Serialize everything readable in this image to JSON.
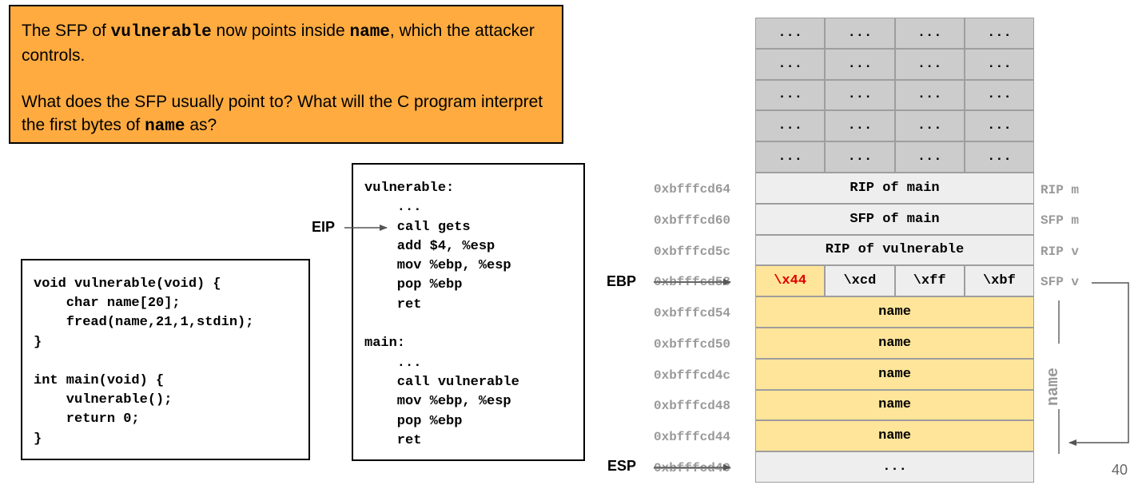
{
  "callout": {
    "line1_pre": "The SFP of ",
    "line1_code1": "vulnerable",
    "line1_mid": " now points inside ",
    "line1_code2": "name",
    "line1_post": ", which the attacker controls.",
    "line2_pre": "What does the SFP usually point to? What will the C program interpret the first bytes of ",
    "line2_code": "name",
    "line2_post": " as?"
  },
  "c_code": "void vulnerable(void) {\n    char name[20];\n    fread(name,21,1,stdin);\n}\n\nint main(void) {\n    vulnerable();\n    return 0;\n}",
  "asm_code": "vulnerable:\n    ...\n    call gets\n    add $4, %esp\n    mov %ebp, %esp\n    pop %ebp\n    ret\n\nmain:\n    ...\n    call vulnerable\n    mov %ebp, %esp\n    pop %ebp\n    ret",
  "registers": {
    "eip": "EIP",
    "ebp": "EBP",
    "esp": "ESP"
  },
  "stack": {
    "gray_rows": [
      [
        "...",
        "...",
        "...",
        "..."
      ],
      [
        "...",
        "...",
        "...",
        "..."
      ],
      [
        "...",
        "...",
        "...",
        "..."
      ],
      [
        "...",
        "...",
        "...",
        "..."
      ],
      [
        "...",
        "...",
        "...",
        "..."
      ]
    ],
    "rip_main": "RIP of main",
    "sfp_main": "SFP of main",
    "rip_vuln": "RIP of vulnerable",
    "sfp_bytes": [
      "\\x44",
      "\\xcd",
      "\\xff",
      "\\xbf"
    ],
    "name_label": "name",
    "bottom": "..."
  },
  "addresses": [
    "0xbfffcd64",
    "0xbfffcd60",
    "0xbfffcd5c",
    "0xbfffcd58",
    "0xbfffcd54",
    "0xbfffcd50",
    "0xbfffcd4c",
    "0xbfffcd48",
    "0xbfffcd44",
    "0xbfffcd40"
  ],
  "side_labels": {
    "rip_m": "RIP m",
    "sfp_m": "SFP m",
    "rip_v": "RIP v",
    "sfp_v": "SFP v",
    "name": "name"
  },
  "page_number": "40",
  "colors": {
    "callout_bg": "#ffab40",
    "gray_cell": "#cccccc",
    "light_cell": "#eeeeee",
    "name_cell": "#ffe599",
    "highlight_text": "#e00000",
    "muted_text": "#999999"
  }
}
